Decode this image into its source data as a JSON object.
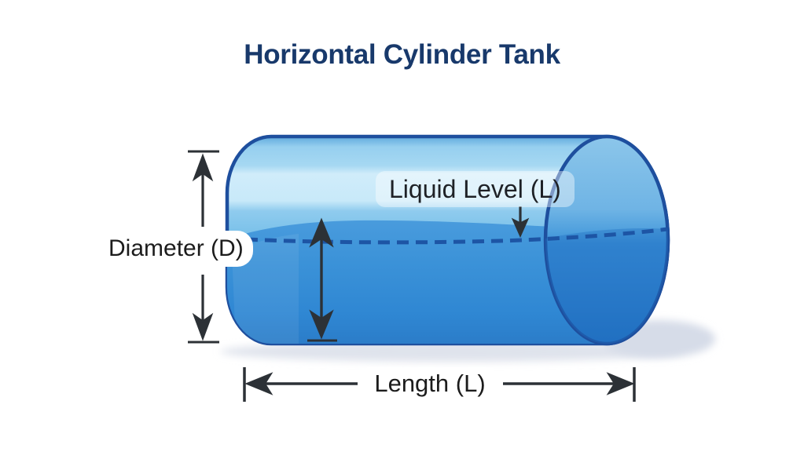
{
  "title": "Horizontal Cylinder Tank",
  "labels": {
    "liquid_level": "Liquid Level (L)",
    "diameter": "Diameter (D)",
    "length": "Length (L)"
  },
  "colors": {
    "background": "#ffffff",
    "title_text": "#18396b",
    "label_text": "#1c1c1c",
    "tank_outline": "#1e4f9e",
    "tank_top_light": "#a6d8f2",
    "tank_highlight_band": "#d0ecfa",
    "liquid_blue": "#3b92d8",
    "liquid_deep": "#2b7cc8",
    "face_top": "#8cc6ea",
    "face_bottom": "#2271c2",
    "liquid_level_dash": "#1d55a5",
    "dimension_lines": "#2c3136",
    "shadow": "#dfe3ec",
    "label_bubble": "#ffffff"
  }
}
